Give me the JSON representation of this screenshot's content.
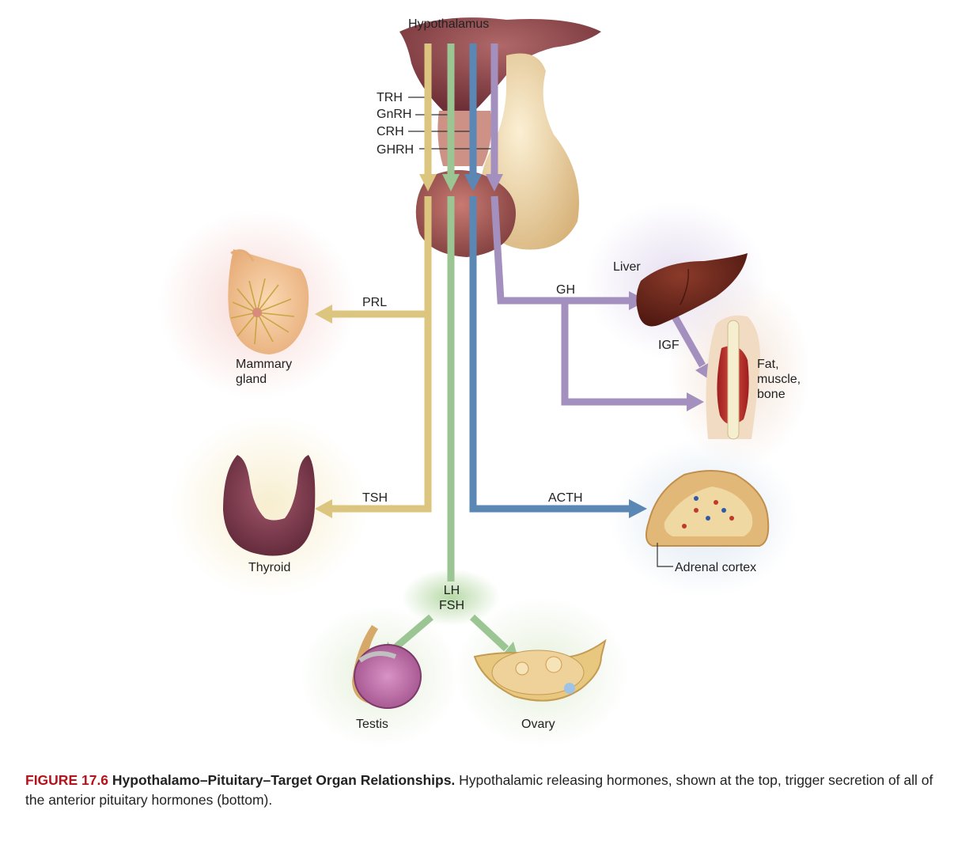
{
  "diagram": {
    "hypothalamus_label": "Hypothalamus",
    "releasing_hormones": [
      "TRH",
      "GnRH",
      "CRH",
      "GHRH"
    ],
    "pituitary_hormones": {
      "prl": "PRL",
      "tsh": "TSH",
      "lh_fsh": "LH\nFSH",
      "acth": "ACTH",
      "gh": "GH",
      "igf": "IGF"
    },
    "organs": {
      "mammary": "Mammary\ngland",
      "thyroid": "Thyroid",
      "testis": "Testis",
      "ovary": "Ovary",
      "adrenal": "Adrenal cortex",
      "liver": "Liver",
      "fat_muscle_bone": "Fat,\nmuscle,\nbone"
    },
    "colors": {
      "trh_tsh_prl": "#dcc57e",
      "gnrh_lh_fsh": "#9bc593",
      "crh_acth": "#5b87b5",
      "ghrh_gh": "#a490bf"
    }
  },
  "caption": {
    "figure_number": "FIGURE 17.6",
    "title": "Hypothalamo–Pituitary–Target Organ Relationships.",
    "text": "Hypothalamic releasing hormones, shown at the top, trigger secretion of all of the anterior pituitary hormones (bottom)."
  }
}
